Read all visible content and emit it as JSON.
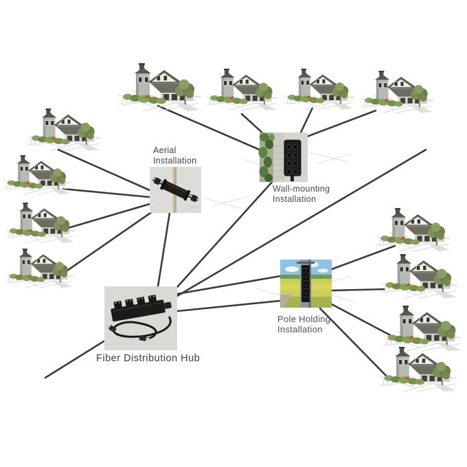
{
  "diagram": {
    "type": "ftth-distribution-topology",
    "nodes": {
      "hub": {
        "label": "Fiber Distribution Hub"
      },
      "aerial": {
        "label": "Aerial\nInstallation"
      },
      "wall": {
        "label": "Wall-mounting\nInstallation"
      },
      "pole": {
        "label": "Pole Holding\nInstallation"
      }
    },
    "houses": {
      "total": 12,
      "served_by_aerial": 4,
      "served_by_wall_mounting": 4,
      "served_by_pole_holding": 4
    },
    "connections": [
      {
        "from": "fiber-distribution-hub",
        "to": "aerial-installation"
      },
      {
        "from": "fiber-distribution-hub",
        "to": "wall-mounting-installation"
      },
      {
        "from": "fiber-distribution-hub",
        "to": "pole-holding-installation"
      },
      {
        "from": "fiber-distribution-hub",
        "to": "pole-holding-installation"
      },
      {
        "from": "fiber-distribution-hub",
        "to": "feeder-cable-northeast"
      },
      {
        "from": "fiber-distribution-hub",
        "to": "feeder-cable-southwest"
      },
      {
        "from": "aerial-installation",
        "to": "house-left-1"
      },
      {
        "from": "aerial-installation",
        "to": "house-left-2"
      },
      {
        "from": "aerial-installation",
        "to": "house-left-3"
      },
      {
        "from": "aerial-installation",
        "to": "house-left-4"
      },
      {
        "from": "wall-mounting-installation",
        "to": "house-top-1"
      },
      {
        "from": "wall-mounting-installation",
        "to": "house-top-2"
      },
      {
        "from": "wall-mounting-installation",
        "to": "house-top-3"
      },
      {
        "from": "wall-mounting-installation",
        "to": "house-top-4"
      },
      {
        "from": "pole-holding-installation",
        "to": "house-right-1"
      },
      {
        "from": "pole-holding-installation",
        "to": "house-right-2"
      },
      {
        "from": "pole-holding-installation",
        "to": "house-right-3"
      },
      {
        "from": "pole-holding-installation",
        "to": "house-right-4"
      }
    ],
    "colors": {
      "background": "#ffffff",
      "cable_line": "#3b3b38",
      "label_text": "#484848",
      "photo_panel_bg": "#d9d9d5"
    }
  }
}
